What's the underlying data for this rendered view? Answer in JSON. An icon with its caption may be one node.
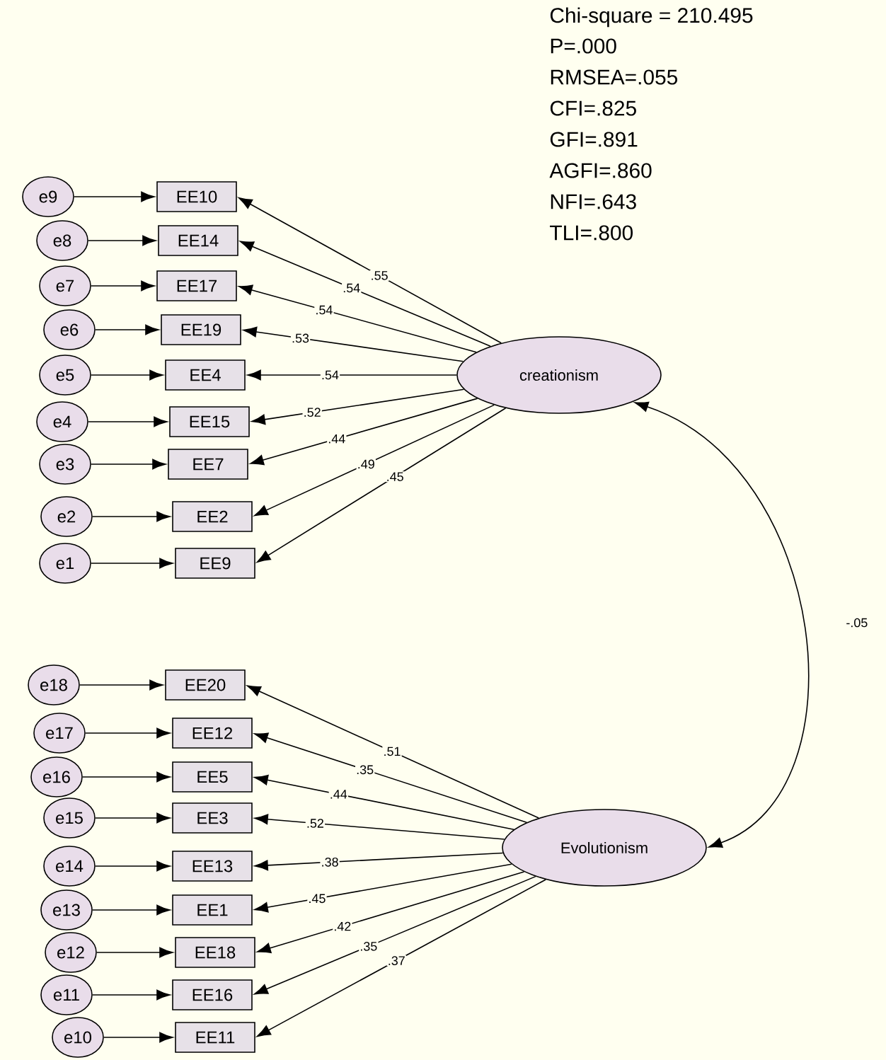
{
  "diagram": {
    "nodes": [
      {
        "text": [
          "creationism"
        ]
      },
      {
        "text": [
          "EE10"
        ]
      },
      {
        "text": [
          "EE14"
        ]
      },
      {
        "text": [
          "EE17"
        ]
      },
      {
        "text": [
          "EE19"
        ]
      },
      {
        "text": [
          "EE4"
        ]
      },
      {
        "text": [
          "EE15"
        ]
      },
      {
        "text": [
          "EE7"
        ]
      },
      {
        "text": [
          "EE2"
        ]
      },
      {
        "text": [
          "EE9"
        ]
      },
      {
        "text": [
          "e9"
        ]
      },
      {
        "text": [
          "e8"
        ]
      },
      {
        "text": [
          "e7"
        ]
      },
      {
        "text": [
          "e6"
        ]
      },
      {
        "text": [
          "e5"
        ]
      },
      {
        "text": [
          "e4"
        ]
      },
      {
        "text": [
          "e3"
        ]
      },
      {
        "text": [
          "e2"
        ]
      },
      {
        "text": [
          "e1"
        ]
      },
      {
        "text": [
          "Evolutionism"
        ]
      },
      {
        "text": [
          "EE20"
        ]
      },
      {
        "text": [
          "EE12"
        ]
      },
      {
        "text": [
          "EE5"
        ]
      },
      {
        "text": [
          "EE3"
        ]
      },
      {
        "text": [
          "EE13"
        ]
      },
      {
        "text": [
          "EE1"
        ]
      },
      {
        "text": [
          "EE18"
        ]
      },
      {
        "text": [
          "EE16"
        ]
      },
      {
        "text": [
          "EE11"
        ]
      },
      {
        "text": [
          "e18"
        ]
      },
      {
        "text": [
          "e17"
        ]
      },
      {
        "text": [
          "e16"
        ]
      },
      {
        "text": [
          "e15"
        ]
      },
      {
        "text": [
          "e14"
        ]
      },
      {
        "text": [
          "e13"
        ]
      },
      {
        "text": [
          "e12"
        ]
      },
      {
        "text": [
          "e11"
        ]
      },
      {
        "text": [
          "e10"
        ]
      }
    ],
    "edges": [
      {
        "from": 10,
        "to": 1,
        "arrow": "to"
      },
      {
        "from": 11,
        "to": 2,
        "arrow": "to"
      },
      {
        "from": 12,
        "to": 3,
        "arrow": "to"
      },
      {
        "from": 13,
        "to": 4,
        "arrow": "to"
      },
      {
        "from": 14,
        "to": 5,
        "arrow": "to"
      },
      {
        "from": 15,
        "to": 6,
        "arrow": "to"
      },
      {
        "from": 16,
        "to": 7,
        "arrow": "to"
      },
      {
        "from": 17,
        "to": 8,
        "arrow": "to"
      },
      {
        "from": 18,
        "to": 9,
        "arrow": "to"
      },
      {
        "from": 0,
        "to": 1,
        "arrow": "to",
        "label": ".55"
      },
      {
        "from": 0,
        "to": 2,
        "arrow": "to",
        "label": ".54"
      },
      {
        "from": 0,
        "to": 3,
        "arrow": "to",
        "label": ".54"
      },
      {
        "from": 0,
        "to": 4,
        "arrow": "to",
        "label": ".53"
      },
      {
        "from": 0,
        "to": 5,
        "arrow": "to",
        "label": ".54"
      },
      {
        "from": 0,
        "to": 6,
        "arrow": "to",
        "label": ".52"
      },
      {
        "from": 0,
        "to": 7,
        "arrow": "to",
        "label": ".44"
      },
      {
        "from": 0,
        "to": 8,
        "arrow": "to",
        "label": ".49"
      },
      {
        "from": 0,
        "to": 9,
        "arrow": "to",
        "label": ".45"
      },
      {
        "from": 29,
        "to": 20,
        "arrow": "to"
      },
      {
        "from": 30,
        "to": 21,
        "arrow": "to"
      },
      {
        "from": 31,
        "to": 22,
        "arrow": "to"
      },
      {
        "from": 32,
        "to": 23,
        "arrow": "to"
      },
      {
        "from": 33,
        "to": 24,
        "arrow": "to"
      },
      {
        "from": 34,
        "to": 25,
        "arrow": "to"
      },
      {
        "from": 35,
        "to": 26,
        "arrow": "to"
      },
      {
        "from": 36,
        "to": 27,
        "arrow": "to"
      },
      {
        "from": 37,
        "to": 28,
        "arrow": "to"
      },
      {
        "from": 19,
        "to": 20,
        "arrow": "to",
        "label": ".51"
      },
      {
        "from": 19,
        "to": 21,
        "arrow": "to",
        "label": ".35"
      },
      {
        "from": 19,
        "to": 22,
        "arrow": "to",
        "label": ".44"
      },
      {
        "from": 19,
        "to": 23,
        "arrow": "to",
        "label": ".52"
      },
      {
        "from": 19,
        "to": 24,
        "arrow": "to",
        "label": ".38"
      },
      {
        "from": 19,
        "to": 25,
        "arrow": "to",
        "label": ".45"
      },
      {
        "from": 19,
        "to": 26,
        "arrow": "to",
        "label": ".42"
      },
      {
        "from": 19,
        "to": 27,
        "arrow": "to",
        "label": ".35"
      },
      {
        "from": 19,
        "to": 28,
        "arrow": "to",
        "label": ".37"
      },
      {
        "from": 0,
        "to": 19,
        "arrow": "both",
        "label": "-.05"
      }
    ],
    "labels": [
      "Chi-square = 210.495",
      "P=.000",
      "RMSEA=.055",
      "CFI=.825",
      "GFI=.891",
      "AGFI=.860",
      "NFI=.643",
      "TLI=.800"
    ]
  }
}
